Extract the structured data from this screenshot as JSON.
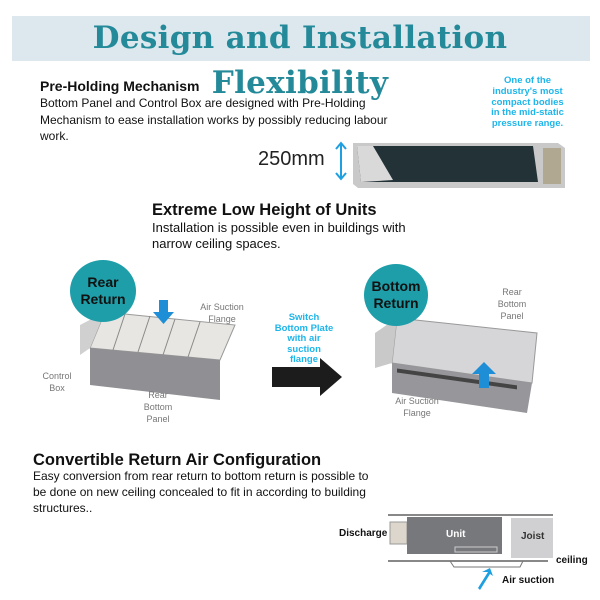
{
  "title": "Design and Installation Flexibility",
  "pre_holding": {
    "heading": "Pre-Holding Mechanism",
    "lines": [
      "Bottom Panel and Control Box are designed with Pre-Holding",
      "Mechanism to ease installation works by possibly reducing labour",
      "work."
    ]
  },
  "compact": {
    "lines": [
      "One of the",
      "industry's most",
      "compact bodies",
      "in the mid-static",
      "pressure range."
    ],
    "height": "250mm"
  },
  "low_height": {
    "heading": "Extreme Low Height of Units",
    "lines": [
      "Installation is possible even in buildings with",
      "narrow ceiling spaces."
    ]
  },
  "rear": {
    "badge": "Rear Return",
    "air_suction_flange": "Air Suction Flange",
    "control_box": "Control Box",
    "rear_bottom_panel": "Rear Bottom Panel"
  },
  "switch": {
    "lines": [
      "Switch",
      "Bottom Plate",
      "with air",
      "suction",
      "flange"
    ]
  },
  "bottom": {
    "badge": "Bottom Return",
    "rear_bottom_panel": "Rear Bottom Panel",
    "air_suction_flange": "Air Suction Flange"
  },
  "convertible": {
    "heading": "Convertible Return Air Configuration",
    "lines": [
      "Easy conversion from rear return to bottom return is possible to",
      "be done on new ceiling concealed to fit in according to building",
      "structures.."
    ]
  },
  "diagram": {
    "discharge": "Discharge",
    "unit": "Unit",
    "joist": "Joist",
    "ceiling": "ceiling",
    "air_suction": "Air suction"
  },
  "colors": {
    "teal": "#248a99",
    "blue": "#1eb6ea"
  }
}
